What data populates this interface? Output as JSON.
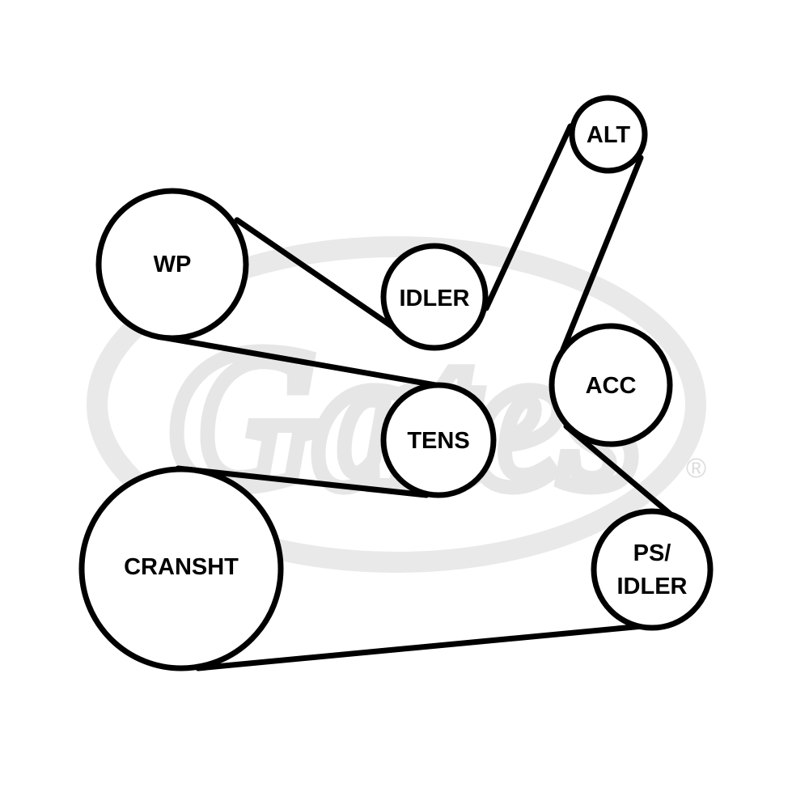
{
  "watermark": {
    "brand": "Gates",
    "registered_mark": "®"
  },
  "pulleys": [
    {
      "id": "alt",
      "lines": [
        "ALT"
      ]
    },
    {
      "id": "wp",
      "lines": [
        "WP"
      ]
    },
    {
      "id": "idler",
      "lines": [
        "IDLER"
      ]
    },
    {
      "id": "acc",
      "lines": [
        "ACC"
      ]
    },
    {
      "id": "tens",
      "lines": [
        "TENS"
      ]
    },
    {
      "id": "cranshaft",
      "lines": [
        "CRANSHT"
      ]
    },
    {
      "id": "ps-idler",
      "lines": [
        "PS/",
        "IDLER"
      ]
    }
  ],
  "colors": {
    "belt": "#000000",
    "pulley_fill": "#ffffff",
    "watermark": "#e6e6e6"
  }
}
